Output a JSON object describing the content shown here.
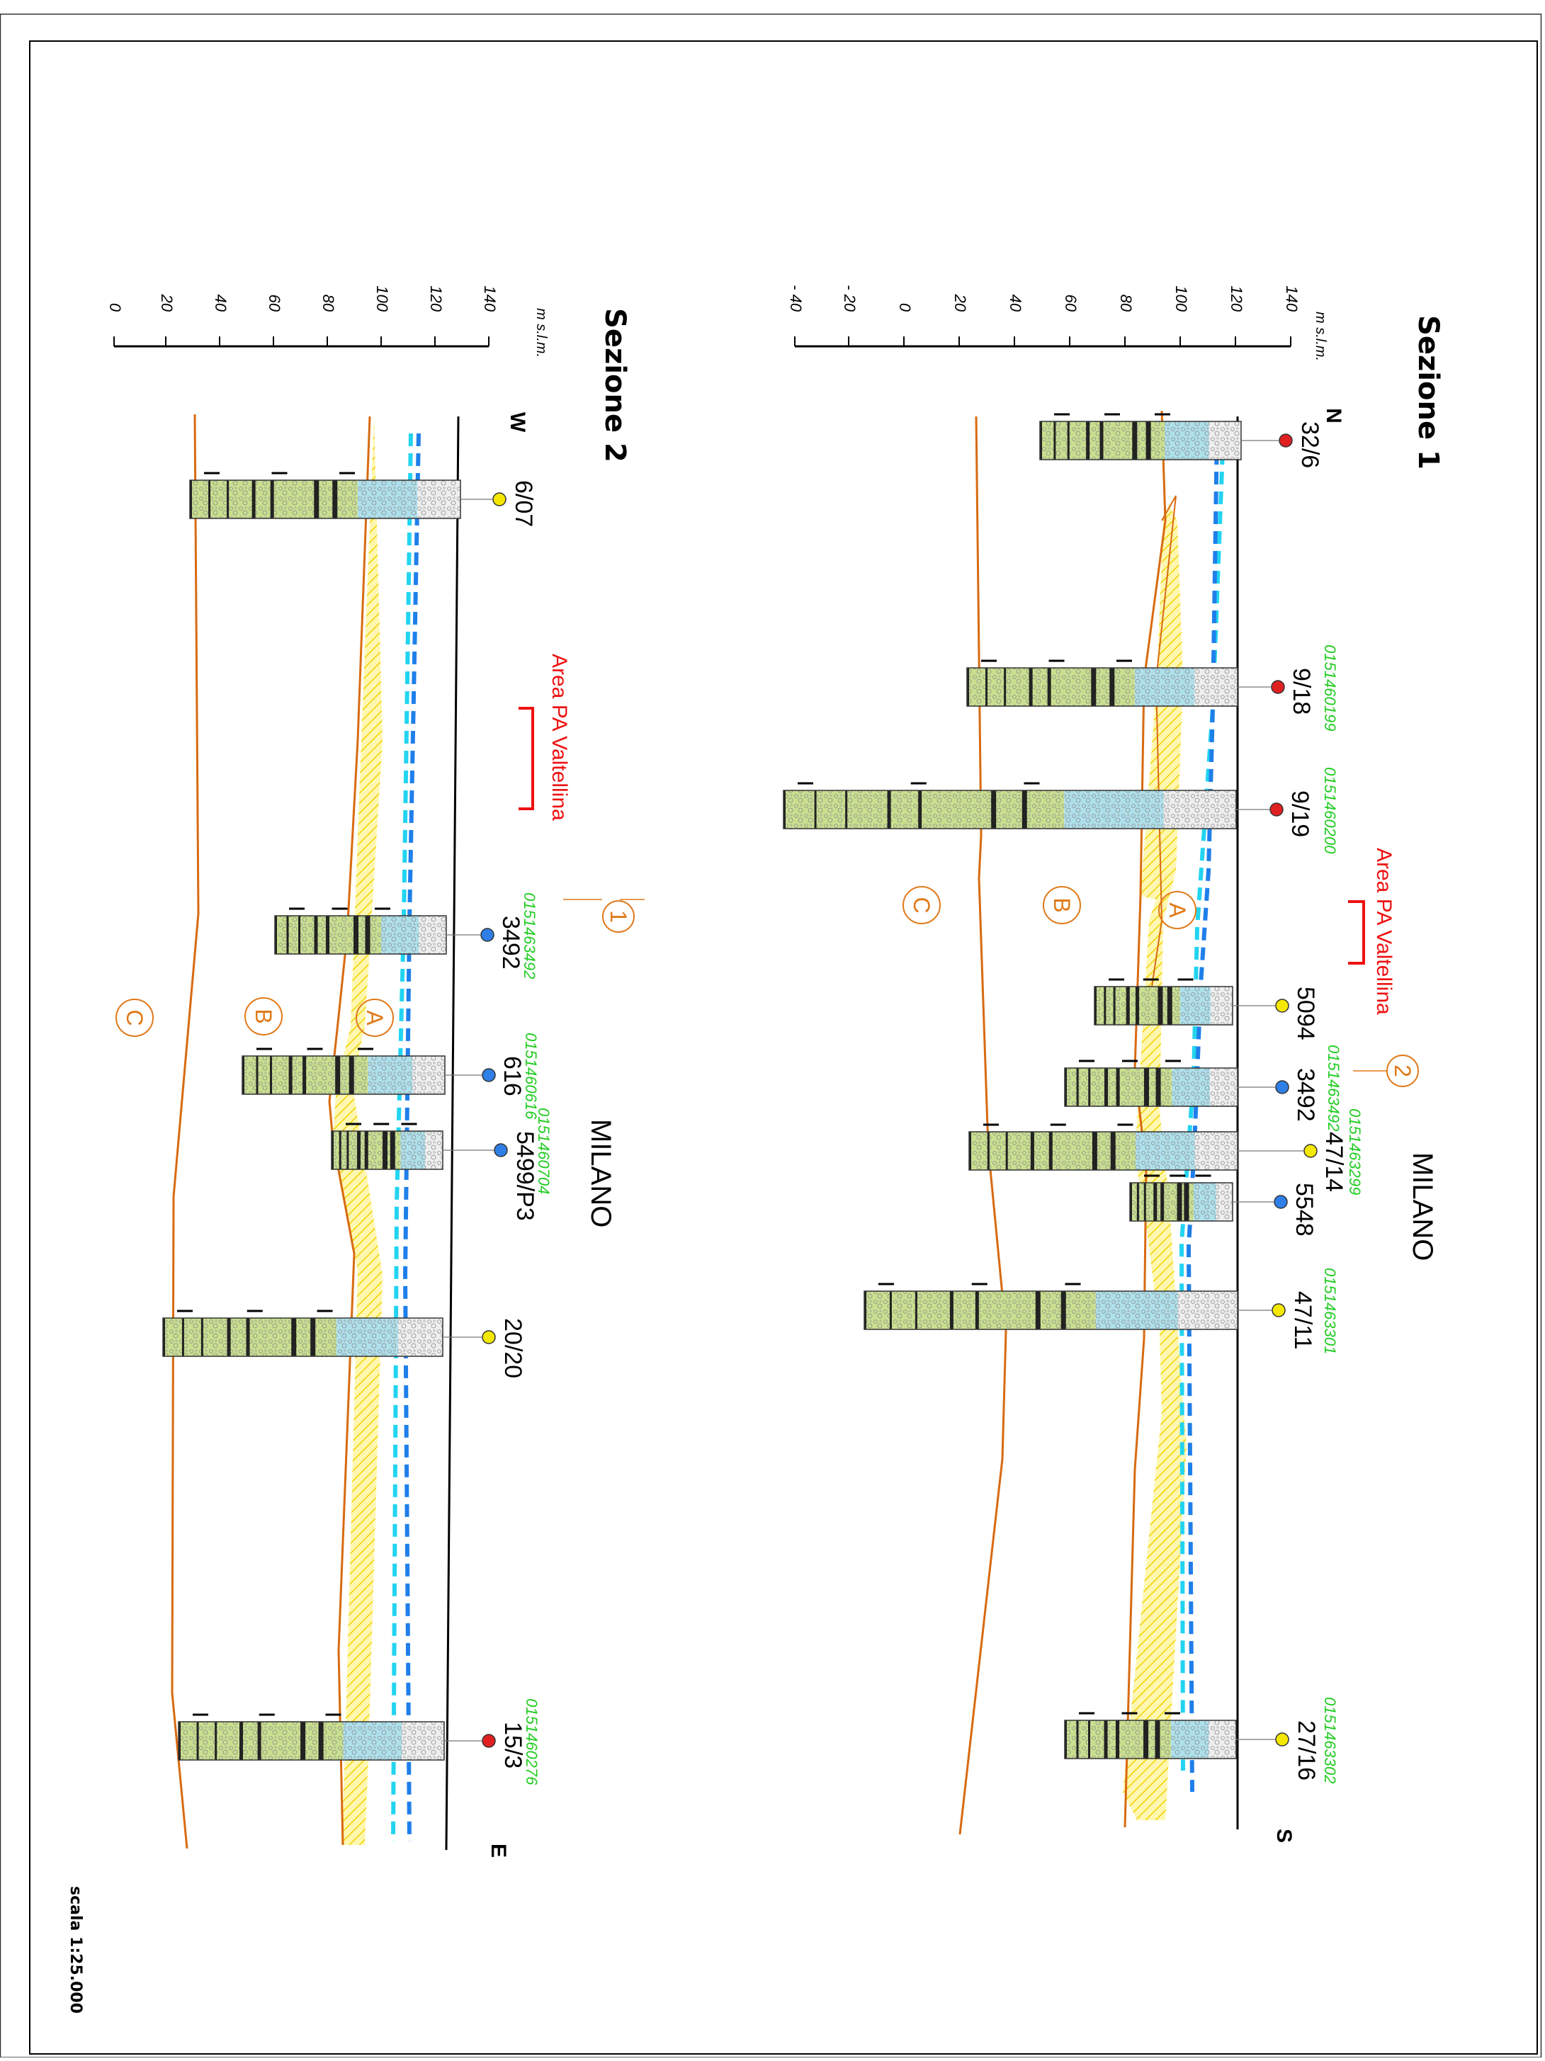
{
  "units": "m s.l.m.",
  "scale_label": "scala 1:25.000",
  "colors": {
    "aquifer_limit": "#d86a10",
    "hatch": "#f2d200",
    "water_table_dark": "#1f7fea",
    "water_table_light": "#22d4f0",
    "gravel_green": "#c9df8f",
    "saturated_blue": "#aee0ec",
    "clay_blue": "#6fb6d8",
    "well_red": "#e02020",
    "well_yellow": "#f5e800",
    "well_blue": "#2f7fe6"
  },
  "aquifer_labels": [
    "A",
    "B",
    "C"
  ],
  "sections": [
    {
      "title": "Sezione 1",
      "start_dir": "N",
      "end_dir": "S",
      "city_label": "MILANO",
      "area_label": "Area PA Valtellina",
      "marker_number": "2",
      "elev_ticks": [
        "140",
        "120",
        "100",
        "80",
        "60",
        "40",
        "20",
        "0",
        "- 20",
        "- 40"
      ],
      "wells": [
        {
          "name": "32/6",
          "code": "",
          "color": "red"
        },
        {
          "name": "9/18",
          "code": "0151460199",
          "color": "red"
        },
        {
          "name": "9/19",
          "code": "0151460200",
          "color": "red"
        },
        {
          "name": "5094",
          "code": "",
          "color": "yellow"
        },
        {
          "name": "3492",
          "code": "0151463492",
          "color": "blue"
        },
        {
          "name": "47/14",
          "code": "0151463299",
          "color": "yellow"
        },
        {
          "name": "5548",
          "code": "",
          "color": "blue"
        },
        {
          "name": "47/11",
          "code": "0151463301",
          "color": "yellow"
        },
        {
          "name": "27/16",
          "code": "0151463302",
          "color": "yellow"
        }
      ]
    },
    {
      "title": "Sezione  2",
      "start_dir": "W",
      "end_dir": "E",
      "city_label": "MILANO",
      "area_label": "Area PA Valtellina",
      "marker_number": "1",
      "elev_ticks": [
        "140",
        "120",
        "100",
        "80",
        "60",
        "40",
        "20",
        "0"
      ],
      "wells": [
        {
          "name": "6/07",
          "code": "",
          "color": "yellow"
        },
        {
          "name": "3492",
          "code": "0151463492",
          "color": "blue"
        },
        {
          "name": "616",
          "code": "0151460616",
          "color": "blue"
        },
        {
          "name": "5499/P3",
          "code": "0151460704",
          "color": "blue"
        },
        {
          "name": "20/20",
          "code": "",
          "color": "yellow"
        },
        {
          "name": "15/3",
          "code": "0151460276",
          "color": "red"
        }
      ]
    }
  ]
}
